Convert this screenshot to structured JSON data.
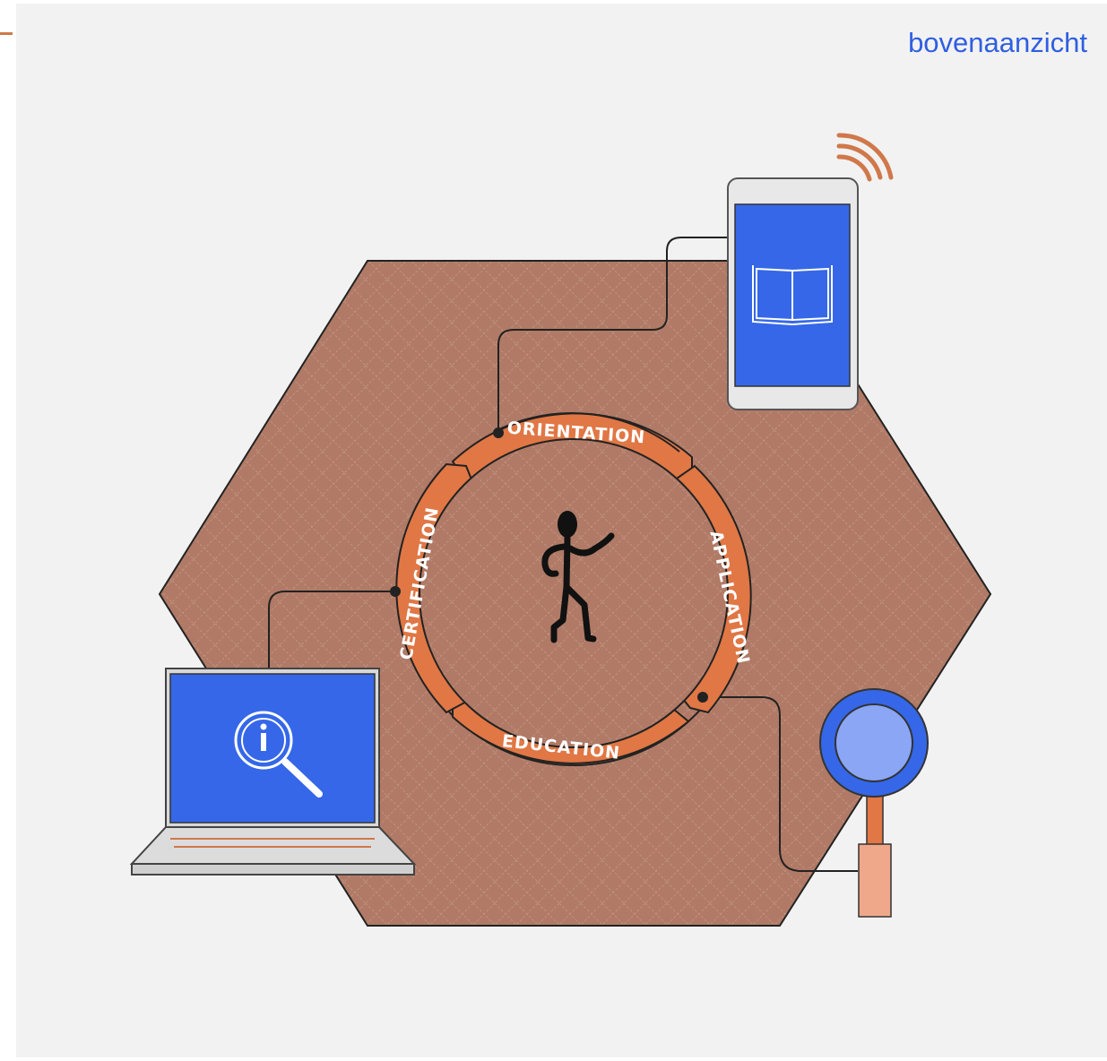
{
  "header": {
    "view_label": "bovenaanzicht"
  },
  "cycle": {
    "stages": [
      {
        "label": "ORIENTATION"
      },
      {
        "label": "APPLICATION"
      },
      {
        "label": "EDUCATION"
      },
      {
        "label": "CERTIFICATION"
      }
    ]
  },
  "devices": {
    "phone": {
      "icon": "book-icon"
    },
    "laptop": {
      "icon": "info-search-icon"
    },
    "magnifier": {
      "icon": "magnifying-glass-icon"
    }
  },
  "colors": {
    "accent_blue": "#2f5fe0",
    "ring_orange": "#e07745",
    "hexagon_brown": "#b07a66",
    "background": "#f2f2f2"
  }
}
